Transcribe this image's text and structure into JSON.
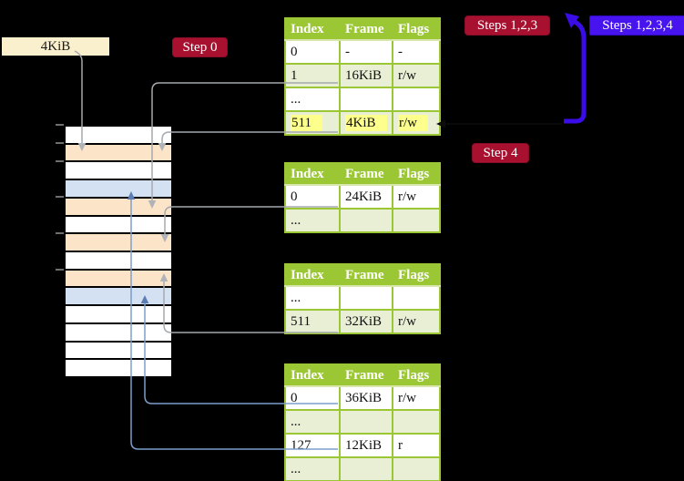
{
  "labels": {
    "frame_size": "4KiB",
    "step0": "Step 0",
    "steps123": "Steps 1,2,3",
    "steps1234": "Steps 1,2,3,4",
    "step4": "Step 4"
  },
  "colors": {
    "background": "#000000",
    "step_badge_red": "#a8102f",
    "steps1234_badge_blue": "#4714ef",
    "loop_arrow_blue": "#3a0de8",
    "table_header_green": "#9bc734",
    "table_shaded_row": "#e9efd4",
    "highlight_yellow": "#fdff8c",
    "frame_size_box": "#fbf0ce",
    "memory_page_table_row": "#fce4c8",
    "memory_mapped_frame_row": "#d3e1f3",
    "memory_empty_row": "#ffffff",
    "connector_gray": "#a6a9ad",
    "connector_blue": "#7e9dca"
  },
  "memory_strip": {
    "rows": [
      "empty",
      "page_table",
      "empty",
      "mapped_frame",
      "page_table",
      "empty",
      "page_table",
      "empty",
      "page_table",
      "mapped_frame",
      "empty",
      "empty",
      "empty",
      "empty"
    ]
  },
  "tables": [
    {
      "name": "page-table-top",
      "headers": [
        "Index",
        "Frame",
        "Flags"
      ],
      "rows": [
        {
          "index": "0",
          "frame": "-",
          "flags": "-"
        },
        {
          "index": "1",
          "frame": "16KiB",
          "flags": "r/w"
        },
        {
          "index": "...",
          "frame": "",
          "flags": ""
        },
        {
          "index": "511",
          "frame": "4KiB",
          "flags": "r/w"
        }
      ]
    },
    {
      "name": "page-table-second",
      "headers": [
        "Index",
        "Frame",
        "Flags"
      ],
      "rows": [
        {
          "index": "0",
          "frame": "24KiB",
          "flags": "r/w"
        },
        {
          "index": "...",
          "frame": "",
          "flags": ""
        }
      ]
    },
    {
      "name": "page-table-third",
      "headers": [
        "Index",
        "Frame",
        "Flags"
      ],
      "rows": [
        {
          "index": "...",
          "frame": "",
          "flags": ""
        },
        {
          "index": "511",
          "frame": "32KiB",
          "flags": "r/w"
        }
      ]
    },
    {
      "name": "page-table-bottom",
      "headers": [
        "Index",
        "Frame",
        "Flags"
      ],
      "rows": [
        {
          "index": "0",
          "frame": "36KiB",
          "flags": "r/w"
        },
        {
          "index": "...",
          "frame": "",
          "flags": ""
        },
        {
          "index": "127",
          "frame": "12KiB",
          "flags": "r"
        },
        {
          "index": "...",
          "frame": "",
          "flags": ""
        }
      ]
    }
  ]
}
